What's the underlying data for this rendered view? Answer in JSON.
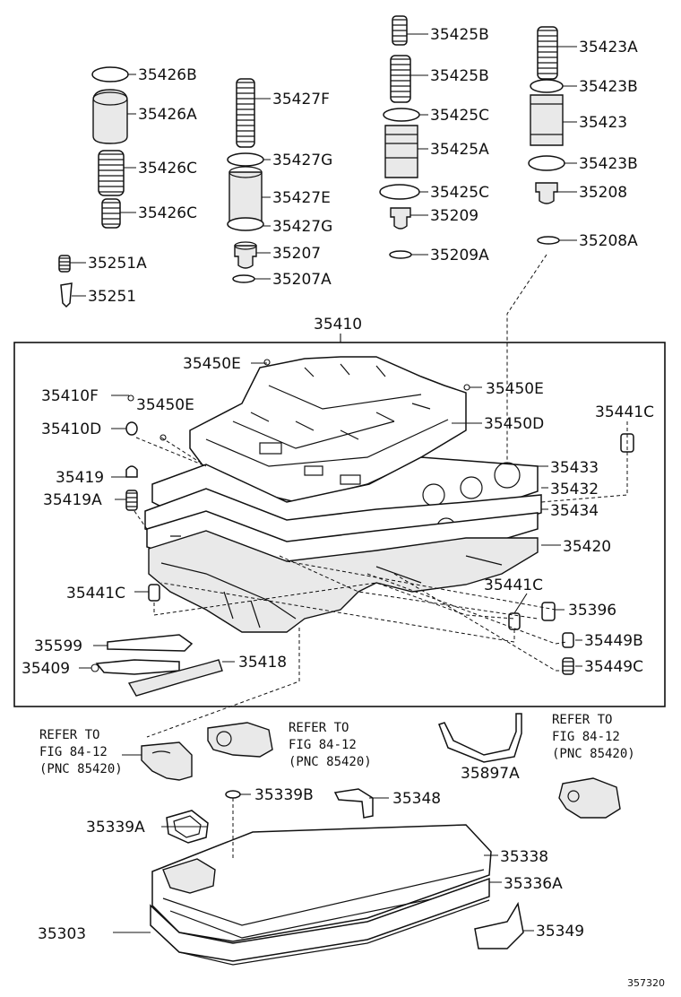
{
  "labels": {
    "p35426B": "35426B",
    "p35426A": "35426A",
    "p35426C_1": "35426C",
    "p35426C_2": "35426C",
    "p35251A": "35251A",
    "p35251": "35251",
    "p35427F": "35427F",
    "p35427G_1": "35427G",
    "p35427E": "35427E",
    "p35427G_2": "35427G",
    "p35207": "35207",
    "p35207A": "35207A",
    "p35425B_1": "35425B",
    "p35425B_2": "35425B",
    "p35425C_1": "35425C",
    "p35425A": "35425A",
    "p35425C_2": "35425C",
    "p35209": "35209",
    "p35209A": "35209A",
    "p35423A": "35423A",
    "p35423B_1": "35423B",
    "p35423": "35423",
    "p35423B_2": "35423B",
    "p35208": "35208",
    "p35208A": "35208A",
    "p35410": "35410",
    "p35450E_1": "35450E",
    "p35450E_2": "35450E",
    "p35450E_3": "35450E",
    "p35410F": "35410F",
    "p35410D": "35410D",
    "p35450D": "35450D",
    "p35441C_1": "35441C",
    "p35433": "35433",
    "p35432": "35432",
    "p35419": "35419",
    "p35419A": "35419A",
    "p35434": "35434",
    "p35420": "35420",
    "p35441C_2": "35441C",
    "p35441C_3": "35441C",
    "p35396": "35396",
    "p35599": "35599",
    "p35449B": "35449B",
    "p35409": "35409",
    "p35418": "35418",
    "p35449C": "35449C",
    "p35897A": "35897A",
    "p35339B": "35339B",
    "p35348": "35348",
    "p35339A": "35339A",
    "p35338": "35338",
    "p35336A": "35336A",
    "p35303": "35303",
    "p35349": "35349"
  },
  "refs": [
    {
      "line1": "REFER TO",
      "line2": "FIG 84-12",
      "line3": "(PNC 85420)"
    },
    {
      "line1": "REFER TO",
      "line2": "FIG 84-12",
      "line3": "(PNC 85420)"
    },
    {
      "line1": "REFER TO",
      "line2": "FIG 84-12",
      "line3": "(PNC 85420)"
    }
  ],
  "figure_number": "357320"
}
